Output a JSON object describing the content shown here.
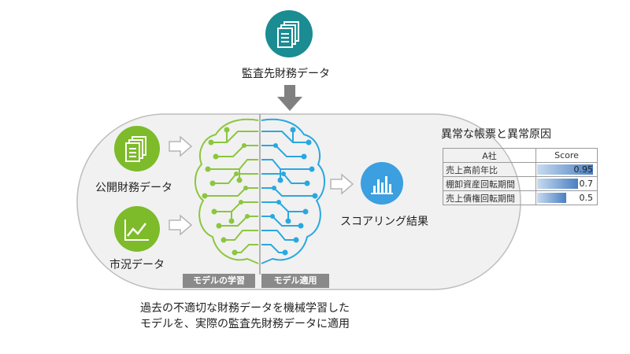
{
  "source": {
    "label": "監査先財務データ",
    "icon": "document-stack-icon",
    "color": "#1a8c92"
  },
  "inputs": [
    {
      "label": "公開財務データ",
      "icon": "document-stack-icon",
      "color": "#7dbb2a"
    },
    {
      "label": "市況データ",
      "icon": "line-chart-icon",
      "color": "#7dbb2a"
    }
  ],
  "brain": {
    "left_color": "#8cc63f",
    "right_color": "#29a8e0"
  },
  "tags": {
    "learning": "モデルの学習",
    "applying": "モデル適用"
  },
  "output": {
    "label": "スコアリング結果",
    "icon": "bar-chart-icon",
    "color": "#3b9fe0"
  },
  "caption": {
    "line1": "過去の不適切な財務データを機械学習した",
    "line2": "モデルを、実際の監査先財務データに適用"
  },
  "results": {
    "title": "異常な帳票と異常原因",
    "header_company": "A社",
    "header_score": "Score",
    "rows": [
      {
        "item": "売上高前年比",
        "score": 0.95,
        "score_label": "0.95"
      },
      {
        "item": "棚卸資産回転期間",
        "score": 0.7,
        "score_label": "0.7"
      },
      {
        "item": "売上債権回転期間",
        "score": 0.5,
        "score_label": "0.5"
      }
    ],
    "bar_color": "#4a7fc1"
  }
}
